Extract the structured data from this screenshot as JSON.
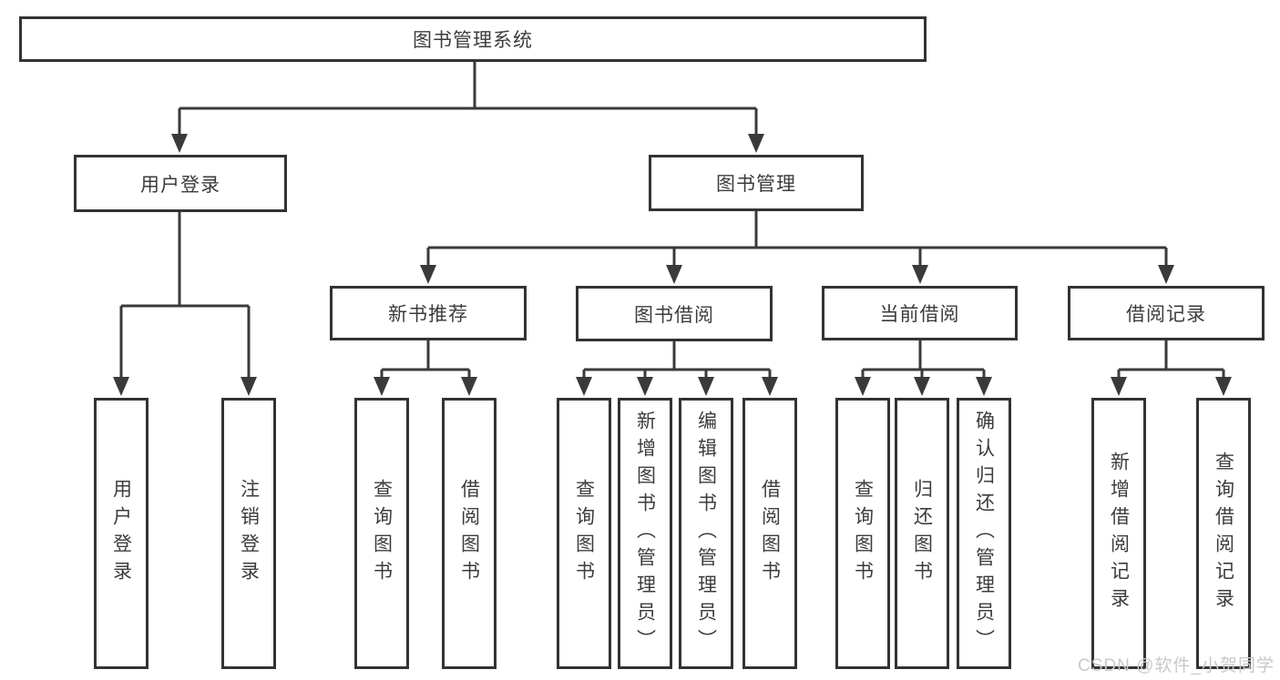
{
  "diagram": {
    "root": {
      "label": "图书管理系统"
    },
    "branches": {
      "user_login": {
        "label": "用户登录",
        "children": [
          {
            "label": "用户登录"
          },
          {
            "label": "注销登录"
          }
        ]
      },
      "book_mgmt": {
        "label": "图书管理",
        "children": {
          "new_books": {
            "label": "新书推荐",
            "children": [
              {
                "label": "查询图书"
              },
              {
                "label": "借阅图书"
              }
            ]
          },
          "borrow": {
            "label": "图书借阅",
            "children": [
              {
                "label": "查询图书"
              },
              {
                "label": "新增图书（管理员）"
              },
              {
                "label": "编辑图书（管理员）"
              },
              {
                "label": "借阅图书"
              }
            ]
          },
          "current": {
            "label": "当前借阅",
            "children": [
              {
                "label": "查询图书"
              },
              {
                "label": "归还图书"
              },
              {
                "label": "确认归还（管理员）"
              }
            ]
          },
          "records": {
            "label": "借阅记录",
            "children": [
              {
                "label": "新增借阅记录"
              },
              {
                "label": "查询借阅记录"
              }
            ]
          }
        }
      }
    }
  },
  "watermark": {
    "text": "CSDN @软件_小贺同学"
  },
  "colors": {
    "line": "#3a3a3a",
    "text": "#3c3c3c",
    "watermark_text": "#c9c9c9",
    "background": "#ffffff"
  }
}
